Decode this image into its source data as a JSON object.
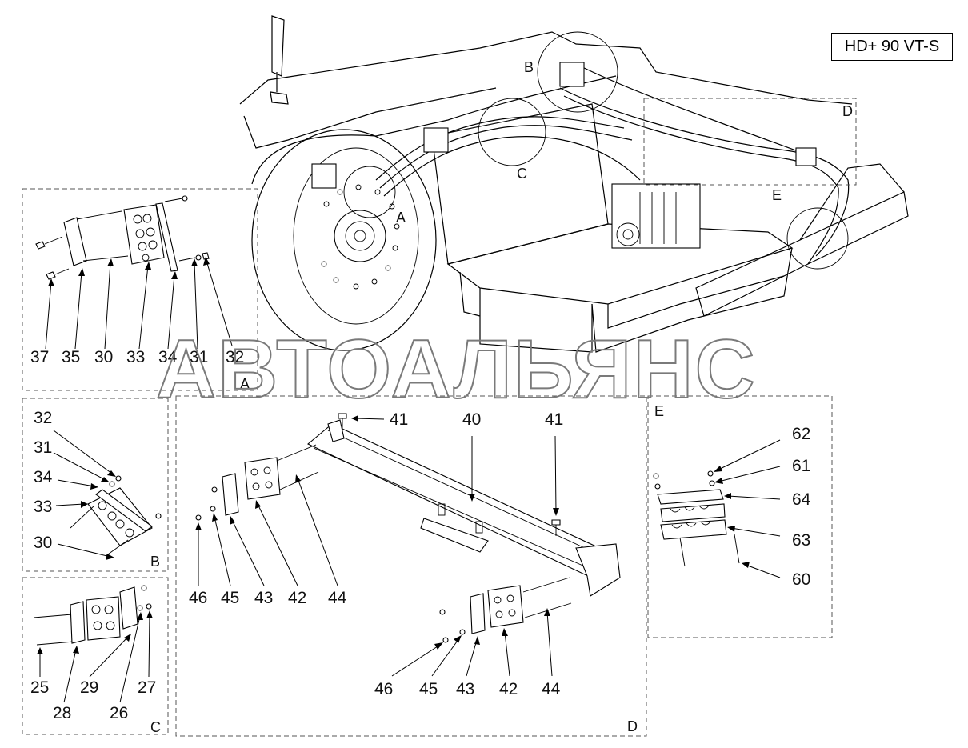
{
  "model": "HD+ 90 VT-S",
  "watermark": "АВТОАЛЬЯНС",
  "main_view": {
    "zone_labels": [
      "A",
      "B",
      "C",
      "D",
      "E"
    ]
  },
  "detail_A": {
    "letter": "A",
    "callouts": [
      "37",
      "35",
      "30",
      "33",
      "34",
      "31",
      "32"
    ]
  },
  "detail_B": {
    "letter": "B",
    "callouts": [
      "32",
      "31",
      "34",
      "33",
      "30"
    ]
  },
  "detail_C": {
    "letter": "C",
    "callouts": [
      "25",
      "28",
      "29",
      "26",
      "27"
    ]
  },
  "detail_D": {
    "letter": "D",
    "top_callouts": [
      "41",
      "40",
      "41"
    ],
    "left_group": [
      "46",
      "45",
      "43",
      "42",
      "44"
    ],
    "right_group": [
      "46",
      "45",
      "43",
      "42",
      "44"
    ]
  },
  "detail_E": {
    "letter": "E",
    "callouts": [
      "62",
      "61",
      "64",
      "63",
      "60"
    ]
  }
}
